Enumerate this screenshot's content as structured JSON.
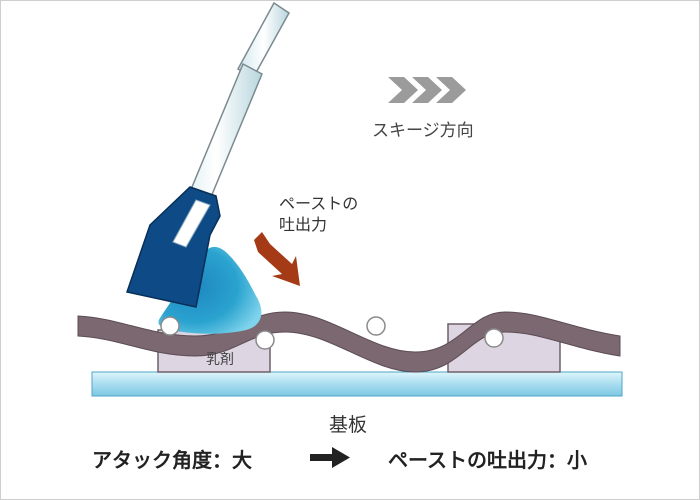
{
  "labels": {
    "squeegee_direction": "スキージ方向",
    "paste_pressure_line1": "ペーストの",
    "paste_pressure_line2": "吐出力",
    "emulsion": "乳剤",
    "substrate": "基板"
  },
  "summary": {
    "left": "アタック角度：大",
    "right": "ペーストの吐出力：小"
  },
  "icons": {
    "direction_chevrons": "chevron-right-icon",
    "pressure_arrow": "arrow-down-right-icon",
    "summary_arrow": "arrow-right-icon"
  },
  "colors": {
    "squeegee_blade": "#0e4a86",
    "paste": "#2aa3cf",
    "screen_mesh": "#7b6870",
    "emulsion": "#ded5e2",
    "substrate": "#a9def0",
    "pressure_arrow": "#a53b16",
    "chevrons": "#9b9b9b"
  }
}
